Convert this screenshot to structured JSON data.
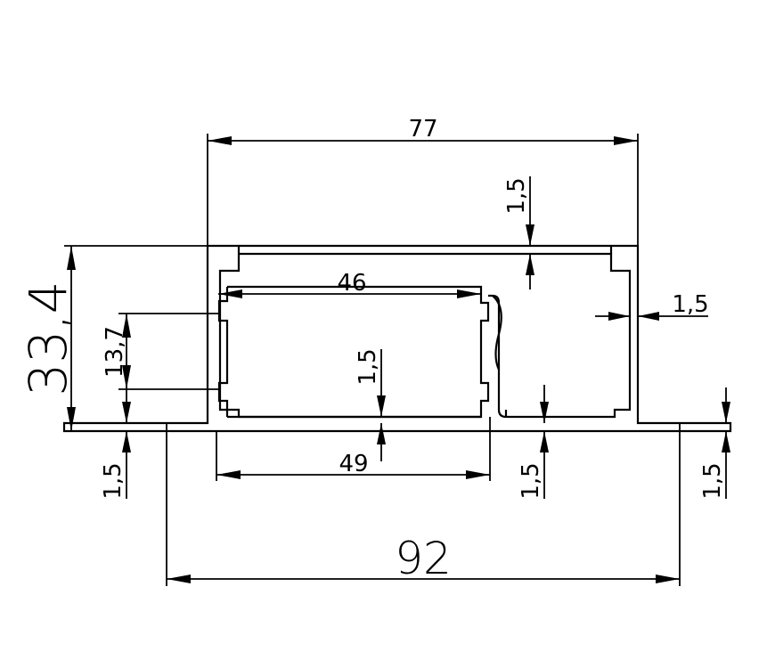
{
  "dimensions": {
    "top_width": "77",
    "inner_width": "46",
    "inner_bottom_width": "49",
    "total_width": "92",
    "total_height": "33,4",
    "inner_height": "13,7",
    "wall_top": "1,5",
    "wall_right": "1,5",
    "wall_mid": "1,5",
    "flange_left": "1,5",
    "flange_mid": "1,5",
    "flange_right": "1,5"
  }
}
